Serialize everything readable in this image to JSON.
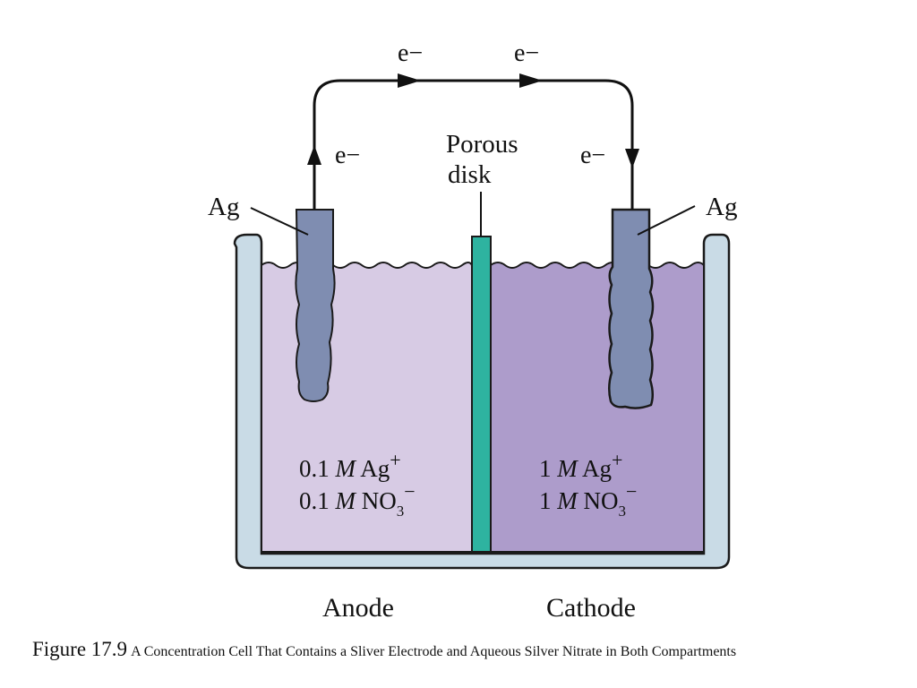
{
  "diagram": {
    "electron_label": "e−",
    "porous_disk_label_line1": "Porous",
    "porous_disk_label_line2": "disk",
    "electrode_label": "Ag",
    "anode": {
      "conc_line1_num": "0.1",
      "conc_line1_unit": "M",
      "conc_line1_species": "Ag",
      "conc_line1_charge": "+",
      "conc_line2_num": "0.1",
      "conc_line2_unit": "M",
      "conc_line2_species": "NO",
      "conc_line2_sub": "3",
      "conc_line2_charge": "−",
      "name": "Anode"
    },
    "cathode": {
      "conc_line1_num": "1",
      "conc_line1_unit": "M",
      "conc_line1_species": "Ag",
      "conc_line1_charge": "+",
      "conc_line2_num": "1",
      "conc_line2_unit": "M",
      "conc_line2_species": "NO",
      "conc_line2_sub": "3",
      "conc_line2_charge": "−",
      "name": "Cathode"
    },
    "colors": {
      "container_outline": "#1a1a1a",
      "container_wall": "#c9dbe6",
      "anode_solution": "#d7cbe4",
      "cathode_solution": "#ad9ccb",
      "electrode": "#7f8db1",
      "porous_disk": "#2eb3a0",
      "wire": "#111111"
    }
  },
  "caption": {
    "figure_number": "Figure 17.9",
    "text": "A Concentration Cell That Contains a Sliver Electrode and Aqueous Silver Nitrate in Both Compartments"
  }
}
